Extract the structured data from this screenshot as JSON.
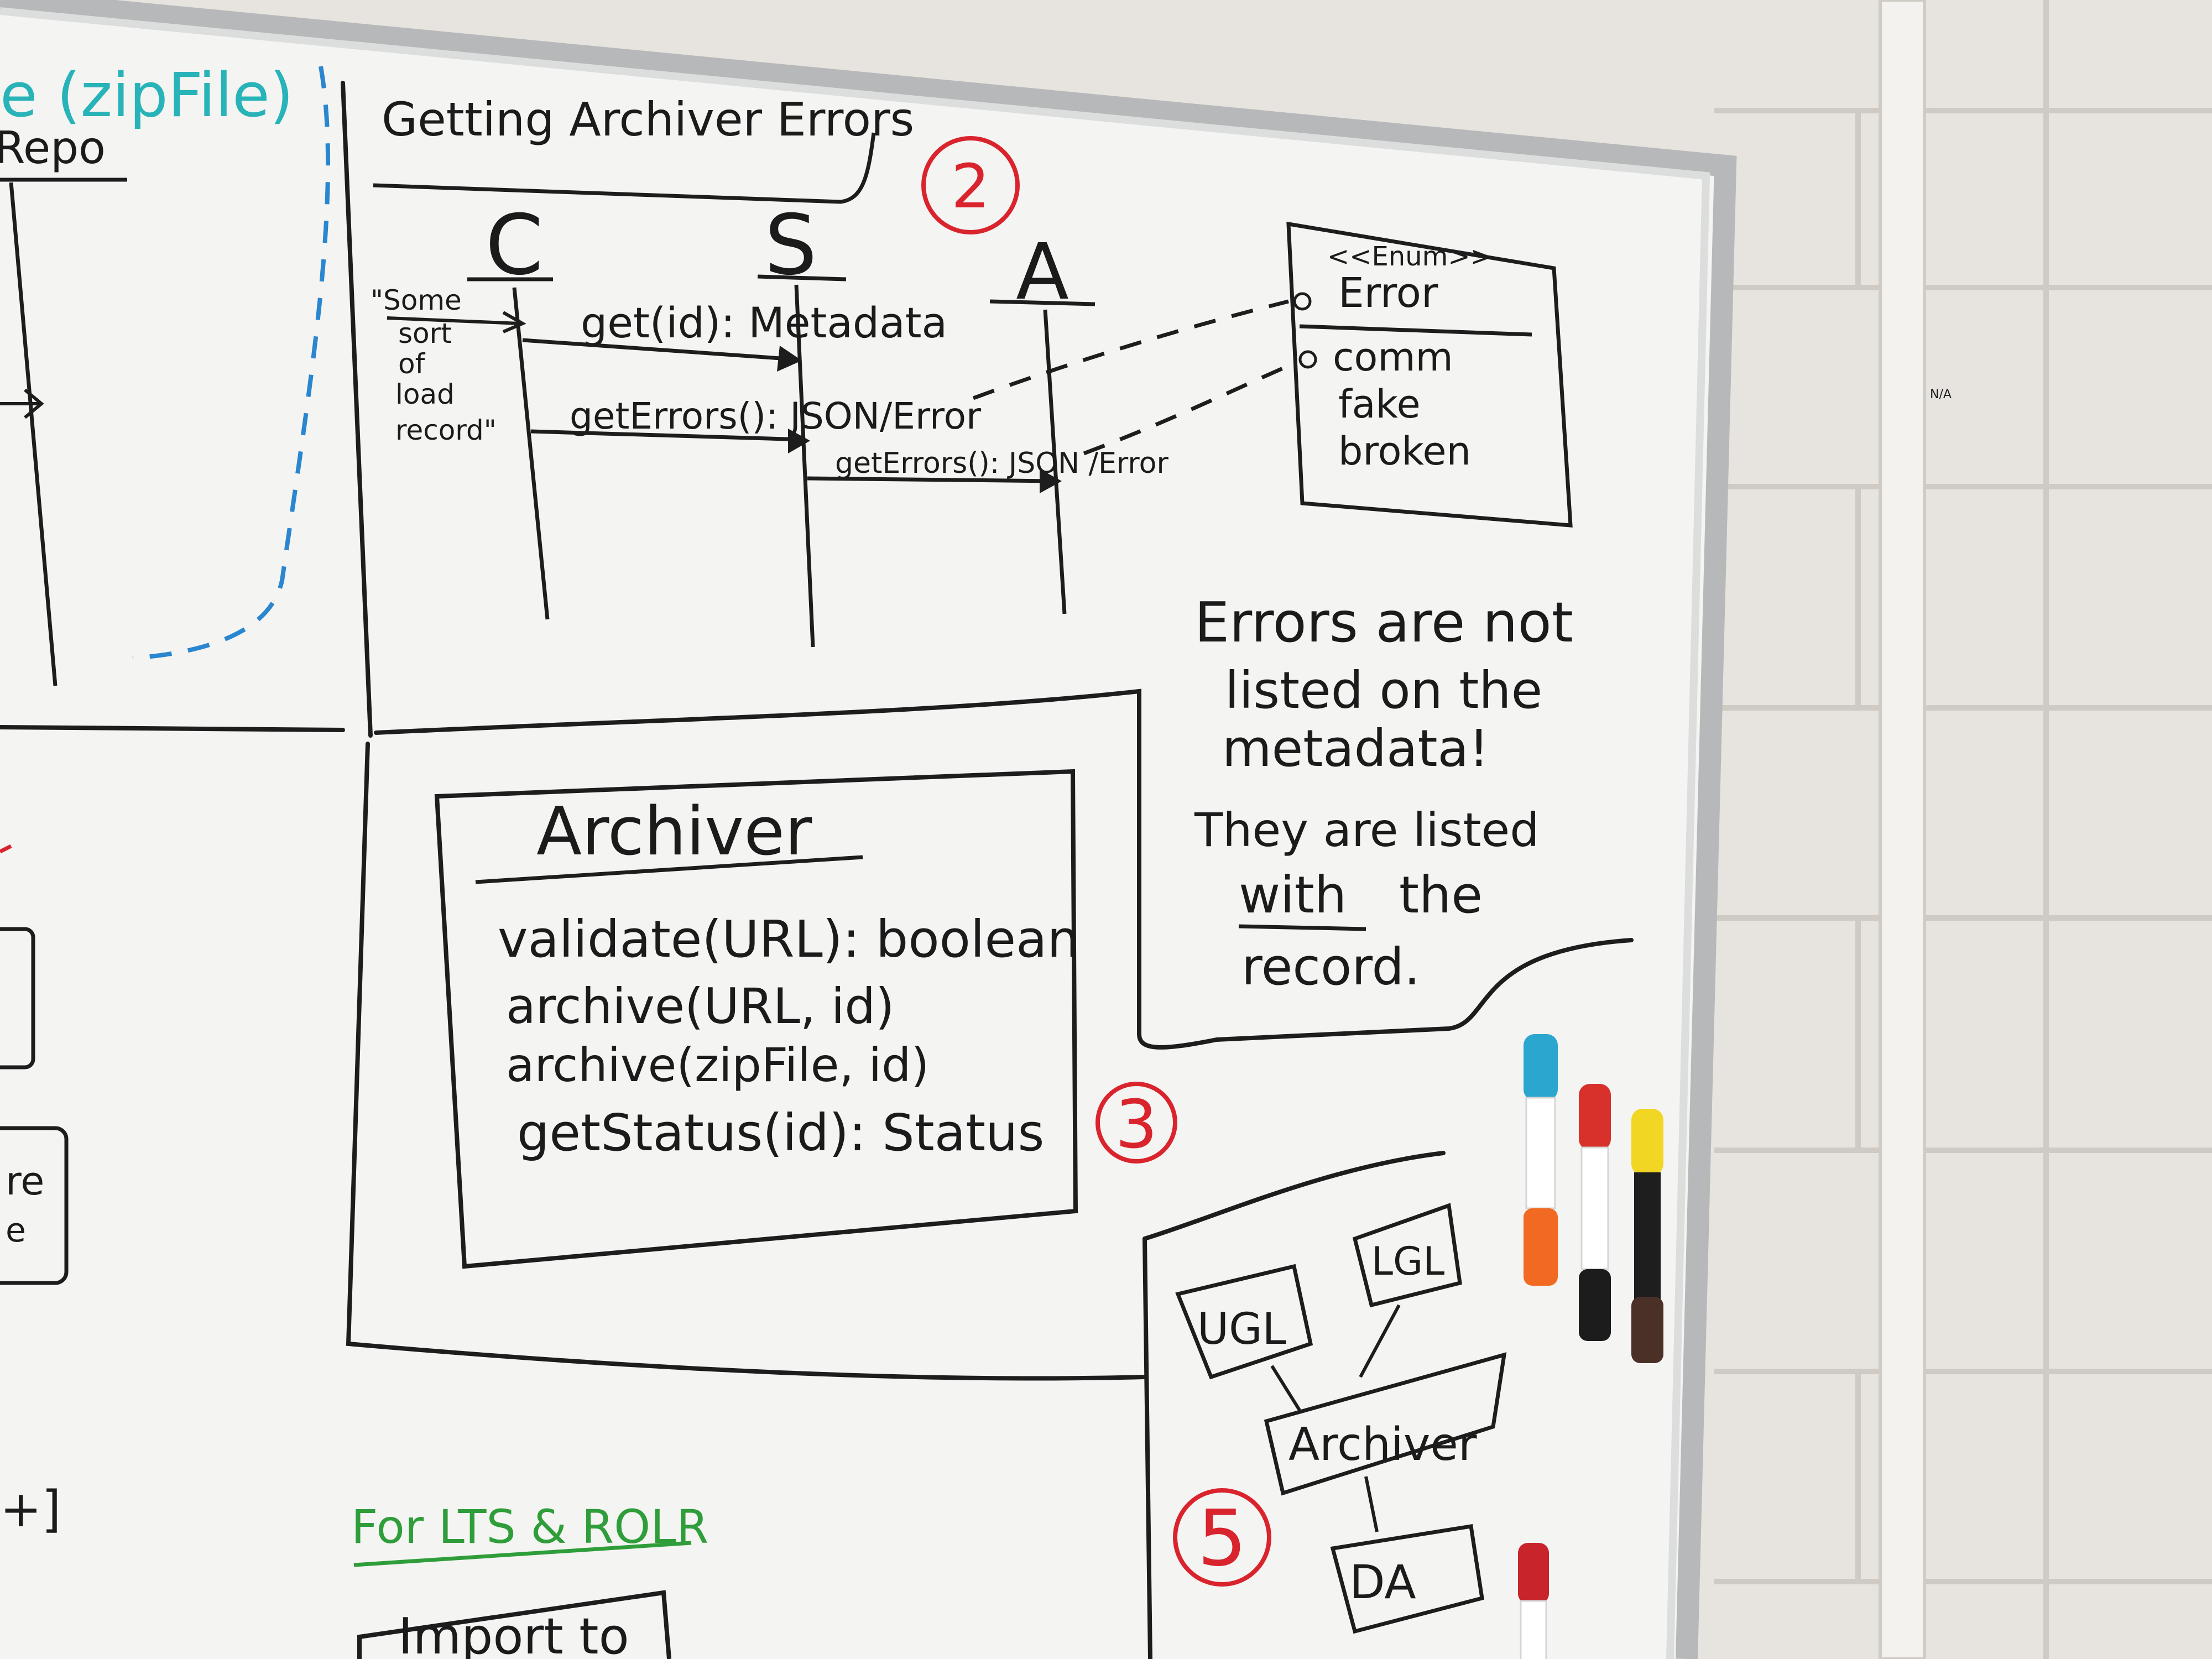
{
  "board": {
    "left_panel": {
      "title_fragment": "e (zipFile)",
      "subtitle_fragment": "Repo",
      "bottom_fragment": "+]",
      "box_fragment_1": "re",
      "box_fragment_2": "e"
    },
    "section2": {
      "title": "Getting Archiver Errors",
      "number": "2",
      "lifelines": [
        "C",
        "S",
        "A"
      ],
      "note_lines": [
        "\"Some",
        "sort",
        "of",
        "load",
        "record\""
      ],
      "messages": [
        "get(id): Metadata",
        "getErrors(): JSON/Error",
        "getErrors(): JSON /Error"
      ],
      "error_box": {
        "stereotype": "<<Enum>>",
        "name": "Error",
        "items": [
          "comm",
          "fake",
          "broken"
        ]
      }
    },
    "note": {
      "lines": [
        "Errors are not",
        "listed on the",
        "metadata!",
        "They are listed",
        "with",
        "the",
        "record."
      ]
    },
    "section3": {
      "number": "3",
      "class_name": "Archiver",
      "methods": [
        "validate(URL): boolean",
        "archive(URL, id)",
        "archive(zipFile, id)",
        "getStatus(id): Status"
      ]
    },
    "section5": {
      "number": "5",
      "nodes": [
        "UGL",
        "LGL",
        "Archiver",
        "DA"
      ]
    },
    "bottom_left": {
      "green_label": "For LTS & ROLR",
      "partial_box_text": "Import to"
    }
  },
  "markers": [
    {
      "cap_color": "#2aa6cf",
      "tail_color": "#f26a21"
    },
    {
      "cap_color": "#d8312c",
      "tail_color": "#1c1c1c"
    },
    {
      "cap_color": "#f1d623",
      "tail_color": "#4a3026"
    },
    {
      "cap_color": "#c8242c",
      "tail_color": "#ffffff"
    }
  ],
  "wall_label": "N/A"
}
